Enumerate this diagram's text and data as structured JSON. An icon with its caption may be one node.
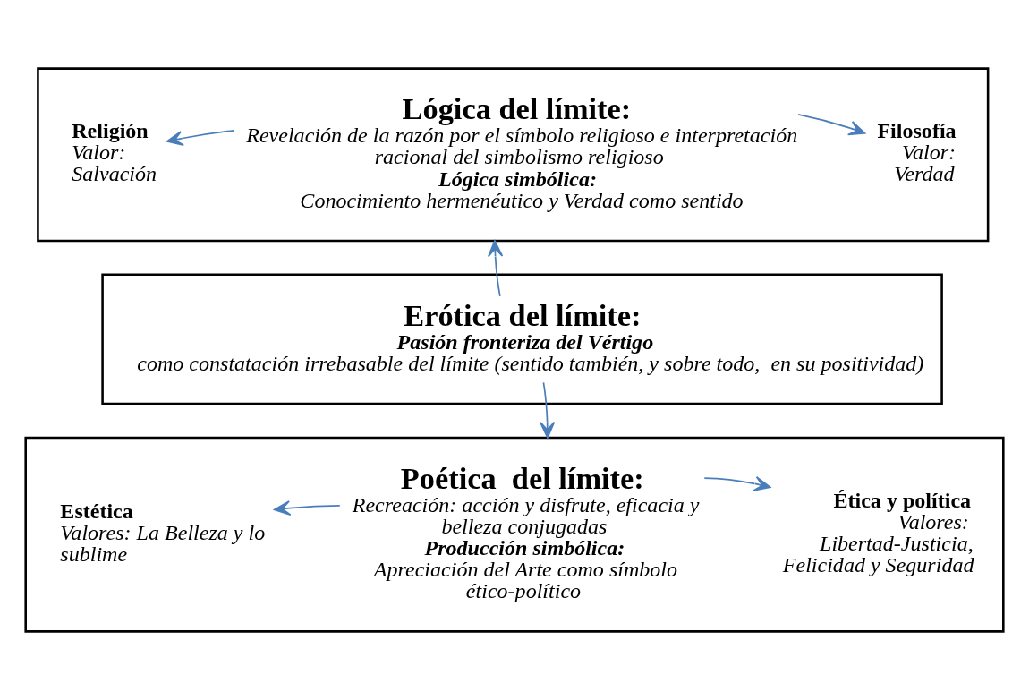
{
  "diagram": {
    "nodes": [
      {
        "text": [],
        "shape": "box"
      },
      {
        "text": [
          "Lógica del límite:",
          "Revelación de la razón por el símbolo religioso e interpretación racional del simbolismo religioso",
          "Lógica simbólica:",
          "Conocimiento hermenéutico y Verdad como sentido"
        ],
        "in": 0
      },
      {
        "text": [
          "Religión",
          "Valor: Salvación"
        ],
        "in": 0
      },
      {
        "text": [
          "Filosofía",
          "Valor: Verdad"
        ],
        "in": 0
      },
      {
        "text": [],
        "shape": "box"
      },
      {
        "text": [
          "Erótica del límite:",
          "Pasión fronteriza del Vértigo",
          "como constatación irrebasable del límite (sentido también, y sobre todo,  en su positividad)"
        ],
        "in": 4
      },
      {
        "text": [],
        "shape": "box"
      },
      {
        "text": [
          "Poética  del límite:",
          "Recreación: acción y disfrute, eficacia y belleza conjugadas",
          "Producción simbólica:",
          "Apreciación del Arte como símbolo ético-político"
        ],
        "in": 6
      },
      {
        "text": [
          "Estética",
          "Valores: La Belleza y lo sublime"
        ],
        "in": 6
      },
      {
        "text": [
          "Ética y política",
          "Valores: Libertad-Justicia, Felicidad y Seguridad"
        ],
        "in": 6
      }
    ],
    "edges": [
      {
        "from": 1,
        "to": 2,
        "arrow": "to"
      },
      {
        "from": 1,
        "to": 3,
        "arrow": "to"
      },
      {
        "from": 5,
        "to": 0,
        "arrow": "to"
      },
      {
        "from": 5,
        "to": 6,
        "arrow": "to"
      },
      {
        "from": 7,
        "to": 8,
        "arrow": "to"
      },
      {
        "from": 7,
        "to": 9,
        "arrow": "to"
      }
    ]
  }
}
